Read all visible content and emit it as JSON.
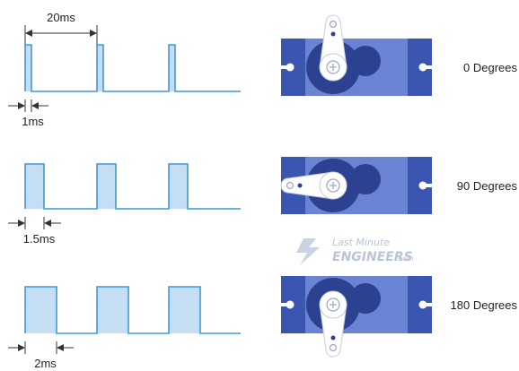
{
  "period_label": "20ms",
  "rows": [
    {
      "pulse_label": "1ms",
      "angle_label": "0 Degrees",
      "pulse_ms": 1,
      "horn_angle_deg": 0
    },
    {
      "pulse_label": "1.5ms",
      "angle_label": "90 Degrees",
      "pulse_ms": 1.5,
      "horn_angle_deg": 90
    },
    {
      "pulse_label": "2ms",
      "angle_label": "180 Degrees",
      "pulse_ms": 2,
      "horn_angle_deg": 180
    }
  ],
  "watermark": {
    "line1": "Last Minute",
    "line2": "ENGINEERS",
    "line3": ".com"
  },
  "colors": {
    "signal_line": "#3d9ad7",
    "pulse_fill": "#c5def4",
    "servo_body": "#3b56b0",
    "servo_panel": "#6a84d3",
    "servo_dark": "#2c4291",
    "horn": "#ffffff",
    "dimension": "#333333"
  }
}
